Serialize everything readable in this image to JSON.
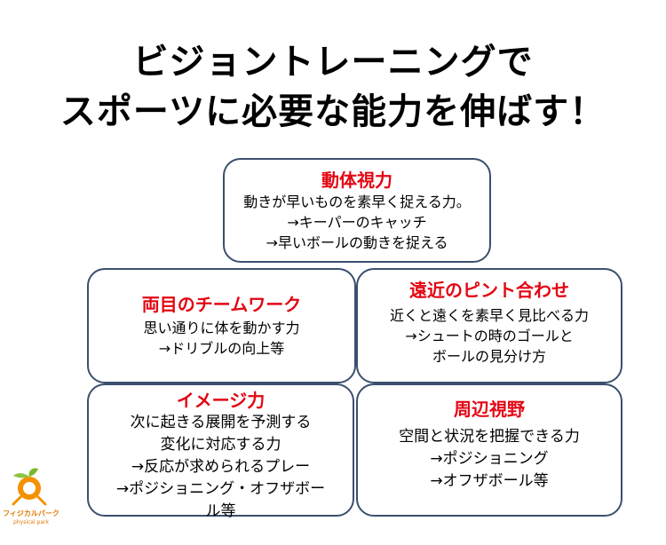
{
  "title": {
    "line1": "ビジョントレーニングで",
    "line2": "スポーツに必要な能力を伸ばす！"
  },
  "boxes": [
    {
      "heading": "動体視力",
      "lines": [
        "動きが早いものを素早く捉える力。",
        "→キーパーのキャッチ",
        "→早いボールの動きを捉える"
      ]
    },
    {
      "heading": "両目のチームワーク",
      "lines": [
        "思い通りに体を動かす力",
        "→ドリブルの向上等"
      ]
    },
    {
      "heading": "遠近のピント合わせ",
      "lines": [
        "近くと遠くを素早く見比べる力",
        "→シュートの時のゴールと",
        "ボールの見分け方"
      ]
    },
    {
      "heading": "イメージ力",
      "lines": [
        "次に起きる展開を予測する",
        "変化に対応する力",
        "→反応が求められるプレー",
        "→ポジショニング・オフザボー",
        "ル等"
      ]
    },
    {
      "heading": "周辺視野",
      "lines": [
        "空間と状況を把握できる力",
        "→ポジショニング",
        "→オフザボール等"
      ]
    }
  ],
  "logo": {
    "name": "フィジカルパーク",
    "sub": "physical park"
  },
  "colors": {
    "heading": "#e30613",
    "border": "#3b4f6e",
    "logo": "#e07b00"
  }
}
